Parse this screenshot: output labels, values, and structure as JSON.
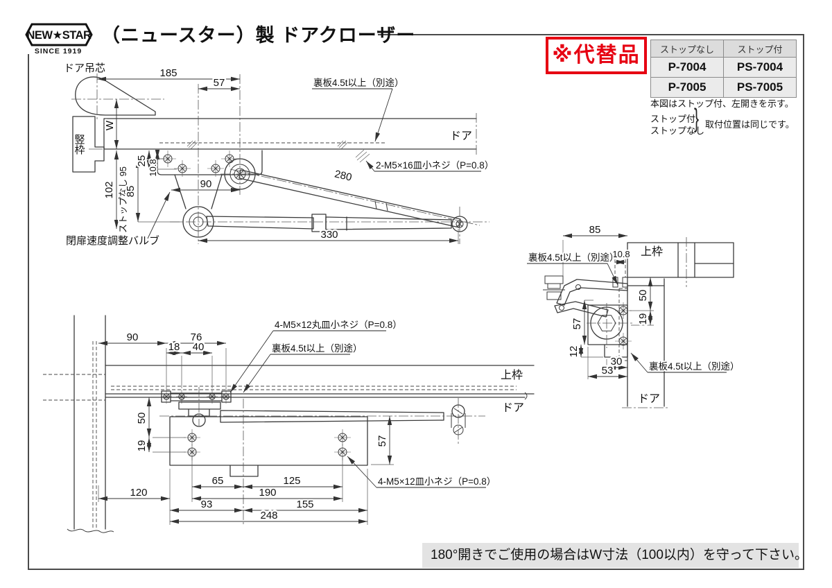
{
  "header": {
    "logo": "NEW★STAR",
    "since": "SINCE 1919",
    "title": "（ニュースター）製 ドアクローザー"
  },
  "badge": "※代替品",
  "model_table": {
    "headers": [
      "ストップなし",
      "ストップ付"
    ],
    "rows": [
      [
        "P-7004",
        "PS-7004"
      ],
      [
        "P-7005",
        "PS-7005"
      ]
    ]
  },
  "notes": {
    "fig": "本図はストップ付、左開きを示す。",
    "opt_with": "ストップ付",
    "opt_without": "ストップなし",
    "brace": "}",
    "same_position": "取付位置は同じです。"
  },
  "footer": "180°開きでご使用の場合はW寸法（100以内）を守って下さい。",
  "colors": {
    "accent_red": "#e60012",
    "line": "#3a3a3a",
    "bar_bg": "#e3e3e3"
  },
  "top_view": {
    "labels": {
      "pivot": "ドア吊芯",
      "jamb": "竪枠",
      "door": "ドア",
      "backplate": "裏板4.5t以上（別途）",
      "screws": "2-M5×16皿小ネジ（P=0.8）",
      "valve": "閉扉速度調整バルブ"
    },
    "dims": {
      "d185": "185",
      "d57": "57",
      "w": "W",
      "d102": "102",
      "nostop": "ストップなし 95",
      "d85": "85",
      "d25": "25",
      "d108": "10.8",
      "d90": "90",
      "d280": "280",
      "d330": "330"
    }
  },
  "front_view": {
    "labels": {
      "round_screws": "4-M5×12丸皿小ネジ（P=0.8）",
      "backplate": "裏板4.5t以上（別途）",
      "top_frame": "上枠",
      "door": "ドア",
      "flat_screws": "4-M5×12皿小ネジ（P=0.8）"
    },
    "dims": {
      "d90": "90",
      "d76": "76",
      "d18": "18",
      "d40": "40",
      "d50": "50",
      "d19": "19",
      "d57": "57",
      "d65": "65",
      "d125": "125",
      "d120": "120",
      "d190": "190",
      "d93": "93",
      "d155": "155",
      "d248": "248"
    }
  },
  "side_view": {
    "labels": {
      "top_frame": "上枠",
      "door": "ドア",
      "backplate_l": "裏板4.5t以上（別途）",
      "backplate_r": "裏板4.5t以上（別途）"
    },
    "dims": {
      "d85": "85",
      "d108": "10.8",
      "d50": "50",
      "d19": "19",
      "d57": "57",
      "d12": "12",
      "d30": "30",
      "d53": "53"
    }
  }
}
